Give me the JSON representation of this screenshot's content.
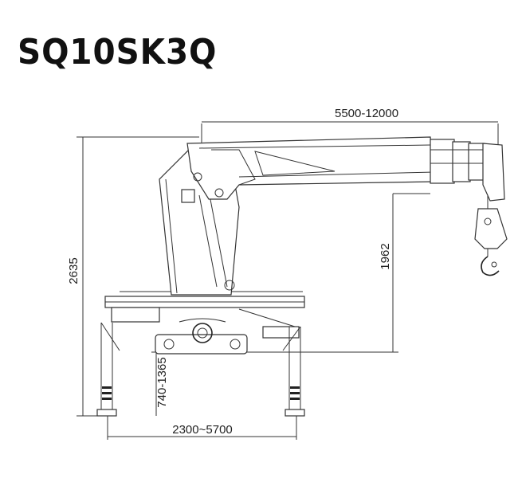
{
  "title": "SQ10SK3Q",
  "dimensions": {
    "boom_reach": "5500-12000",
    "total_height": "2635",
    "hook_height": "1962",
    "leg_height": "740-1365",
    "outrigger_span": "2300~5700"
  },
  "colors": {
    "line": "#333333",
    "text": "#222222",
    "background": "#ffffff"
  }
}
